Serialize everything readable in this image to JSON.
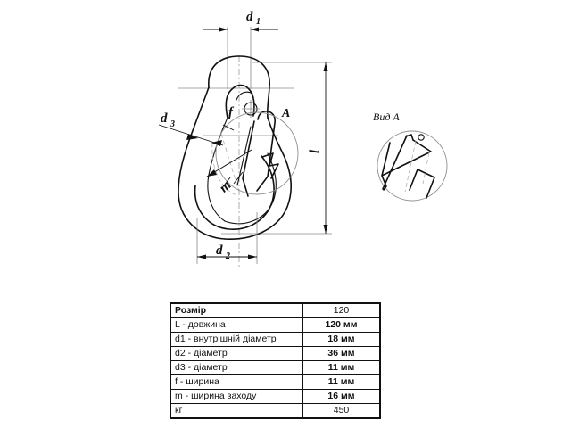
{
  "drawing": {
    "dimension_labels": [
      {
        "id": "d1",
        "base": "d",
        "sub": "1"
      },
      {
        "id": "d2",
        "base": "d",
        "sub": "2"
      },
      {
        "id": "d3",
        "base": "d",
        "sub": "3"
      },
      {
        "id": "l",
        "base": "l",
        "sub": ""
      },
      {
        "id": "f",
        "base": "f",
        "sub": ""
      },
      {
        "id": "m",
        "base": "m",
        "sub": ""
      }
    ],
    "d1_label": "d",
    "d1_sub": "1",
    "d2_label": "d",
    "d2_sub": "2",
    "d3_label": "d",
    "d3_sub": "3",
    "l_label": "l",
    "f_label": "f",
    "m_label": "m",
    "section_letter": "A",
    "view_label": "Вид А",
    "line_color": "#111111",
    "aux_line_color": "#8a8a8a"
  },
  "table": {
    "columns": [
      "Розмір",
      "120"
    ],
    "header": {
      "param": "Розмір",
      "value": "120"
    },
    "rows": [
      {
        "param": "L - довжина",
        "value": "120 мм"
      },
      {
        "param": "d1 - внутрішній діаметр",
        "value": "18 мм"
      },
      {
        "param": "d2 - діаметр",
        "value": "36 мм"
      },
      {
        "param": "d3 - діаметр",
        "value": "11 мм"
      },
      {
        "param": "f - ширина",
        "value": "11 мм"
      },
      {
        "param": "m - ширина заходу",
        "value": "16 мм"
      },
      {
        "param": "кг",
        "value": "450"
      }
    ]
  }
}
